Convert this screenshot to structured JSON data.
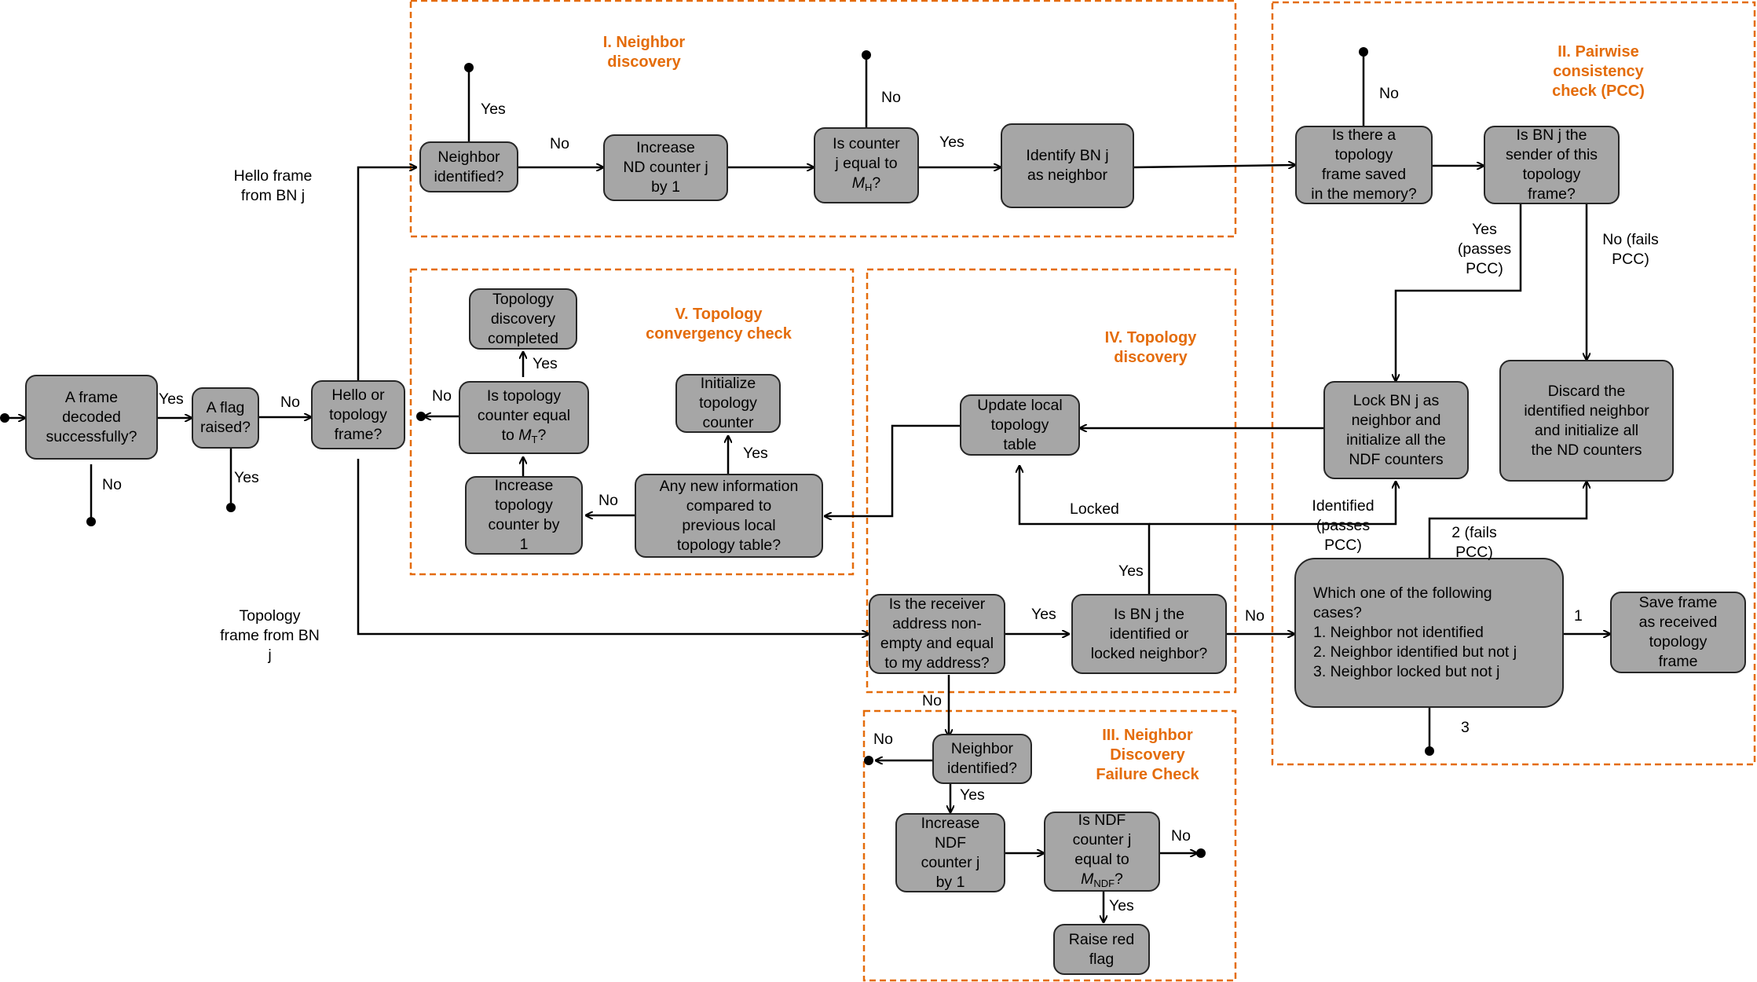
{
  "colors": {
    "section_border": "#e46c0a",
    "section_title": "#e46c0a",
    "box_fill": "#a6a6a6",
    "line": "#000000"
  },
  "sections": {
    "nd": "I. Neighbor\ndiscovery",
    "pcc": "II. Pairwise\nconsistency\ncheck (PCC)",
    "ndf": "III. Neighbor\nDiscovery\nFailure Check",
    "td": "IV. Topology\ndiscovery",
    "tcc": "V. Topology\nconvergency check"
  },
  "nodes": {
    "frame_decoded": "A frame\ndecoded\nsuccessfully?",
    "flag_raised": "A flag\nraised?",
    "hello_or_topology": "Hello or\ntopology\nframe?",
    "neighbor_identified": "Neighbor\nidentified?",
    "increase_nd": "Increase\nND counter j\nby 1",
    "counter_equal_mh_pre": "Is counter\nj equal to\n",
    "counter_equal_mh_var": "M",
    "counter_equal_mh_sub": "H",
    "counter_equal_mh_post": "?",
    "identify_neighbor": "Identify BN j\nas neighbor",
    "topology_saved": "Is there a\ntopology\nframe saved\nin the memory?",
    "sender_of_frame": "Is BN j the\nsender of this\ntopology\nframe?",
    "lock_bn": "Lock BN j as\nneighbor and\ninitialize all the\nNDF counters",
    "discard_neighbor": "Discard the\nidentified neighbor\nand initialize all\nthe ND counters",
    "which_case_title": "Which one of the following\ncases?",
    "which_case_1": "1. Neighbor not identified",
    "which_case_2": "2. Neighbor identified but not  j",
    "which_case_3": "3. Neighbor locked but not j",
    "save_frame": "Save frame\nas received\ntopology\nframe",
    "update_table": "Update local\ntopology\ntable",
    "receiver_address": "Is the receiver\naddress non-\nempty and equal\nto my address?",
    "bn_identified_locked": "Is BN j  the\nidentified or\nlocked neighbor?",
    "topology_completed": "Topology\ndiscovery\ncompleted",
    "topology_counter_mt_pre": "Is topology\ncounter equal\nto ",
    "topology_counter_mt_var": "M",
    "topology_counter_mt_sub": "T",
    "topology_counter_mt_post": "?",
    "increase_topology": "Increase\ntopology\ncounter by\n1",
    "init_topology_counter": "Initialize\ntopology\ncounter",
    "new_information": "Any new information\ncompared to\nprevious local\ntopology table?",
    "ndf_neighbor_identified": "Neighbor\nidentified?",
    "increase_ndf": "Increase\nNDF\ncounter j\nby 1",
    "ndf_counter_equal_pre": "Is NDF\ncounter j\nequal to\n",
    "ndf_counter_equal_var": "M",
    "ndf_counter_equal_sub": "NDF",
    "ndf_counter_equal_post": "?",
    "raise_flag": "Raise red\nflag"
  },
  "labels": {
    "yes_decoded": "Yes",
    "no_decoded": "No",
    "no_flag": "No",
    "yes_flag": "Yes",
    "hello_frame": "Hello frame\nfrom BN j",
    "topology_frame": "Topology\nframe from BN\nj",
    "yes_nbr": "Yes",
    "no_nbr": "No",
    "no_mh": "No",
    "yes_mh": "Yes",
    "no_saved": "No",
    "yes_passes": "Yes\n(passes\nPCC)",
    "no_fails": "No (fails\nPCC)",
    "yes_receiver": "Yes",
    "no_bn_identified": "No",
    "yes_bn_identified": "Yes",
    "locked": "Locked",
    "identified_passes": "Identified\n(passes\nPCC)",
    "case2_fails": "2 (fails\nPCC)",
    "case1": "1",
    "case3": "3",
    "no_receiver": "No",
    "no_ndf_nbr": "No",
    "yes_ndf_nbr": "Yes",
    "no_ndf_eq": "No",
    "yes_ndf_eq": "Yes",
    "yes_completed": "Yes",
    "no_topology_mt": "No",
    "yes_new_info": "Yes",
    "no_new_info": "No"
  }
}
